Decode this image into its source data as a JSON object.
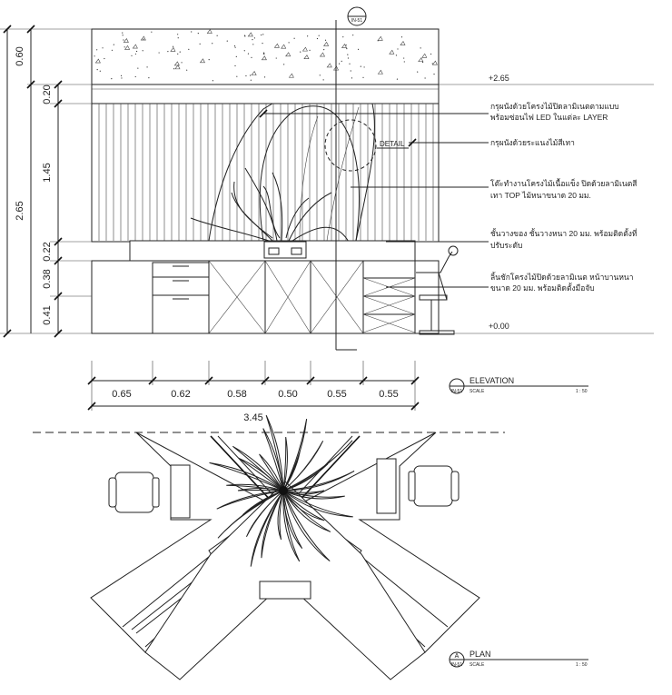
{
  "elevation": {
    "vertical_dims": [
      "0.60",
      "0.20",
      "1.45",
      "0.22",
      "0.38",
      "0.41"
    ],
    "overall_height": "2.65",
    "levels": {
      "top": "+2.65",
      "bottom": "+0.00"
    },
    "horizontal_dims": [
      "0.65",
      "0.62",
      "0.58",
      "0.50",
      "0.55",
      "0.55"
    ],
    "overall_width": "3.45",
    "section_tag": "IN-51",
    "detail_label": "DETAIL",
    "notes": [
      [
        "กรุผนังด้วยโครงไม้ปิดลามิเนตตามแบบ",
        "พร้อมซ่อนไฟ LED ในแต่ละ LAYER"
      ],
      [
        "กรุผนังด้วยระแนงไม้สีเทา"
      ],
      [
        "โต๊ะทำงานโครงไม้เนื้อแข็ง ปิดด้วยลามิเนตสี",
        "เทา TOP ไม้หนาขนาด 20 มม."
      ],
      [
        "ชั้นวางของ ชั้นวางหนา 20 มม. พร้อมติดตั้งที่",
        "ปรับระดับ"
      ],
      [
        "ลิ้นชักโครงไม้ปิดด้วยลามิเนต หน้าบานหนา",
        "ขนาด 20 มม. พร้อมติดตั้งมือจับ"
      ]
    ],
    "title": "ELEVATION",
    "scale_label": "SCALE",
    "scale": "1 : 50"
  },
  "plan": {
    "tag_letter": "A",
    "tag_sheet": "IN-51",
    "title": "PLAN",
    "scale_label": "SCALE",
    "scale": "1 : 50"
  },
  "colors": {
    "line": "#222222",
    "paper": "#ffffff"
  }
}
